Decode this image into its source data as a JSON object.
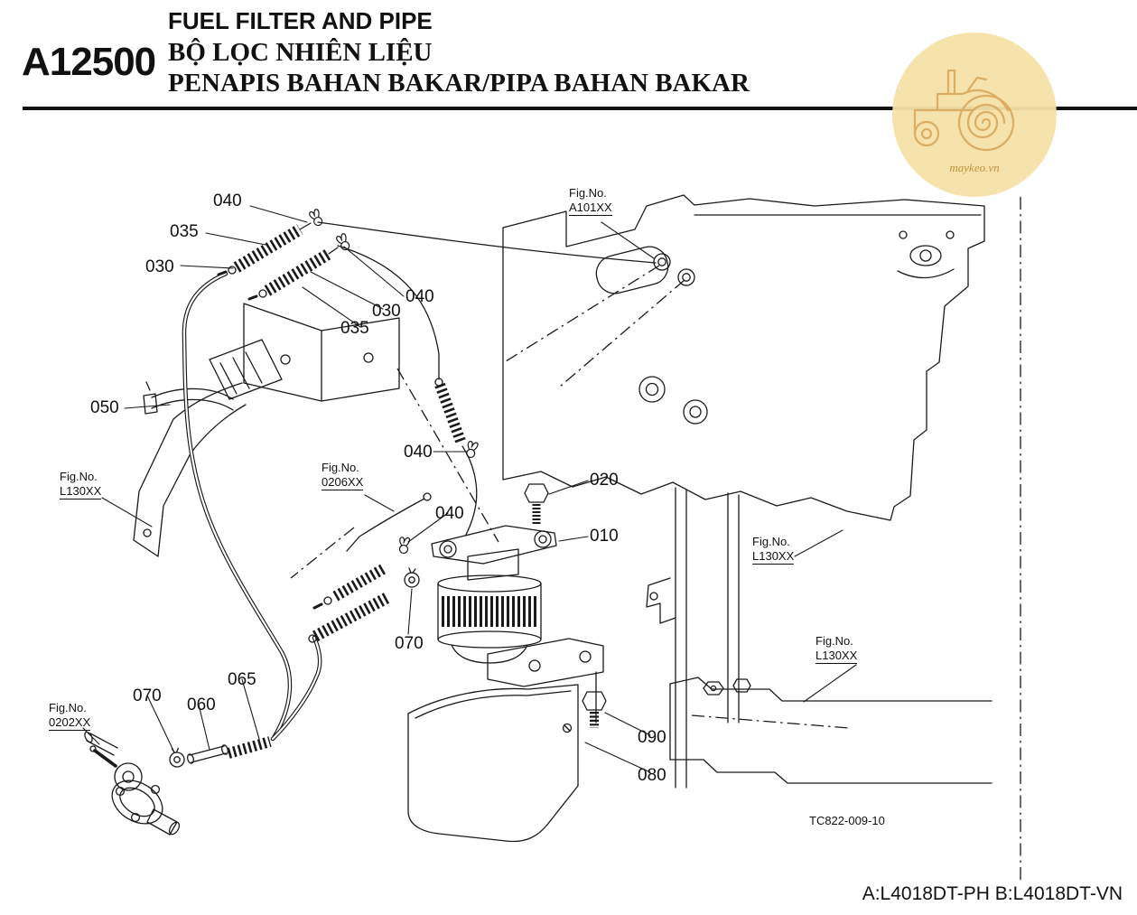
{
  "header": {
    "code": "A12500",
    "titles": [
      "FUEL FILTER AND PIPE",
      "BỘ LỌC NHIÊN LIỆU",
      "PENAPIS BAHAN BAKAR/PIPA BAHAN BAKAR"
    ]
  },
  "watermark": {
    "text": "maykeo.vn",
    "bg_color": "#F6E2A6",
    "line_color": "#D9A85C"
  },
  "diagram": {
    "drawing_number": "TC822-009-10",
    "callouts": [
      {
        "label": "040"
      },
      {
        "label": "035"
      },
      {
        "label": "030"
      },
      {
        "label": "040"
      },
      {
        "label": "030"
      },
      {
        "label": "035"
      },
      {
        "label": "050"
      },
      {
        "label": "040"
      },
      {
        "label": "040"
      },
      {
        "label": "020"
      },
      {
        "label": "010"
      },
      {
        "label": "070"
      },
      {
        "label": "065"
      },
      {
        "label": "070"
      },
      {
        "label": "060"
      },
      {
        "label": "090"
      },
      {
        "label": "080"
      }
    ],
    "fig_refs": [
      {
        "prefix": "Fig.No.",
        "code": "A101XX"
      },
      {
        "prefix": "Fig.No.",
        "code": "L130XX"
      },
      {
        "prefix": "Fig.No.",
        "code": "0206XX"
      },
      {
        "prefix": "Fig.No.",
        "code": "L130XX"
      },
      {
        "prefix": "Fig.No.",
        "code": "L130XX"
      },
      {
        "prefix": "Fig.No.",
        "code": "0202XX"
      }
    ]
  },
  "footer": {
    "models": "A:L4018DT-PH B:L4018DT-VN"
  }
}
